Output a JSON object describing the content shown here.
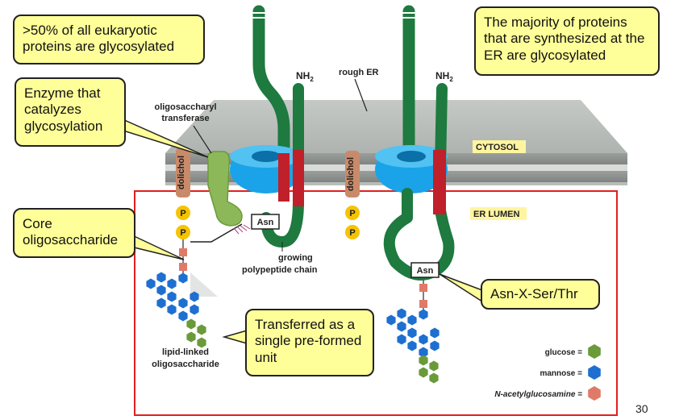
{
  "callouts": {
    "glycosylated_percent": ">50% of all eukaryotic proteins are glycosylated",
    "majority_er": "The majority of proteins that are synthesized at the ER are glycosylated",
    "enzyme": "Enzyme that catalyzes glycosylation",
    "core": "Core oligosaccharide",
    "transferred": "Transferred as a single pre-formed unit",
    "motif": "Asn-X-Ser/Thr"
  },
  "labels": {
    "rough_er": "rough ER",
    "nh2_left": "NH",
    "nh2_right": "NH",
    "nh2_sub": "2",
    "ost_line1": "oligosaccharyl",
    "ost_line2": "transferase",
    "cytosol": "CYTOSOL",
    "er_lumen": "ER LUMEN",
    "dolichol_left": "dolichol",
    "dolichol_right": "dolichol",
    "phosphate": "P",
    "asn_left": "Asn",
    "asn_right": "Asn",
    "growing_line1": "growing",
    "growing_line2": "polypeptide chain",
    "lipid_line1": "lipid-linked",
    "lipid_line2": "oligosaccharide"
  },
  "legend": [
    {
      "label": "glucose =",
      "color": "#6b9a3a"
    },
    {
      "label": "mannose =",
      "color": "#1f6fd1"
    },
    {
      "label": "N-acetylglucosamine =",
      "color": "#e07a68"
    }
  ],
  "page_number": "30",
  "colors": {
    "membrane": "#a9aeab",
    "translocon": "#1aa3e8",
    "polypeptide": "#1e7a3f",
    "enzyme": "#8db85a",
    "phosphate": "#f5c400",
    "dolichol": "#c98a6a",
    "callout_fill": "#ffff99",
    "lumen_box": "#e02020",
    "label_highlight": "#fff5a0"
  }
}
